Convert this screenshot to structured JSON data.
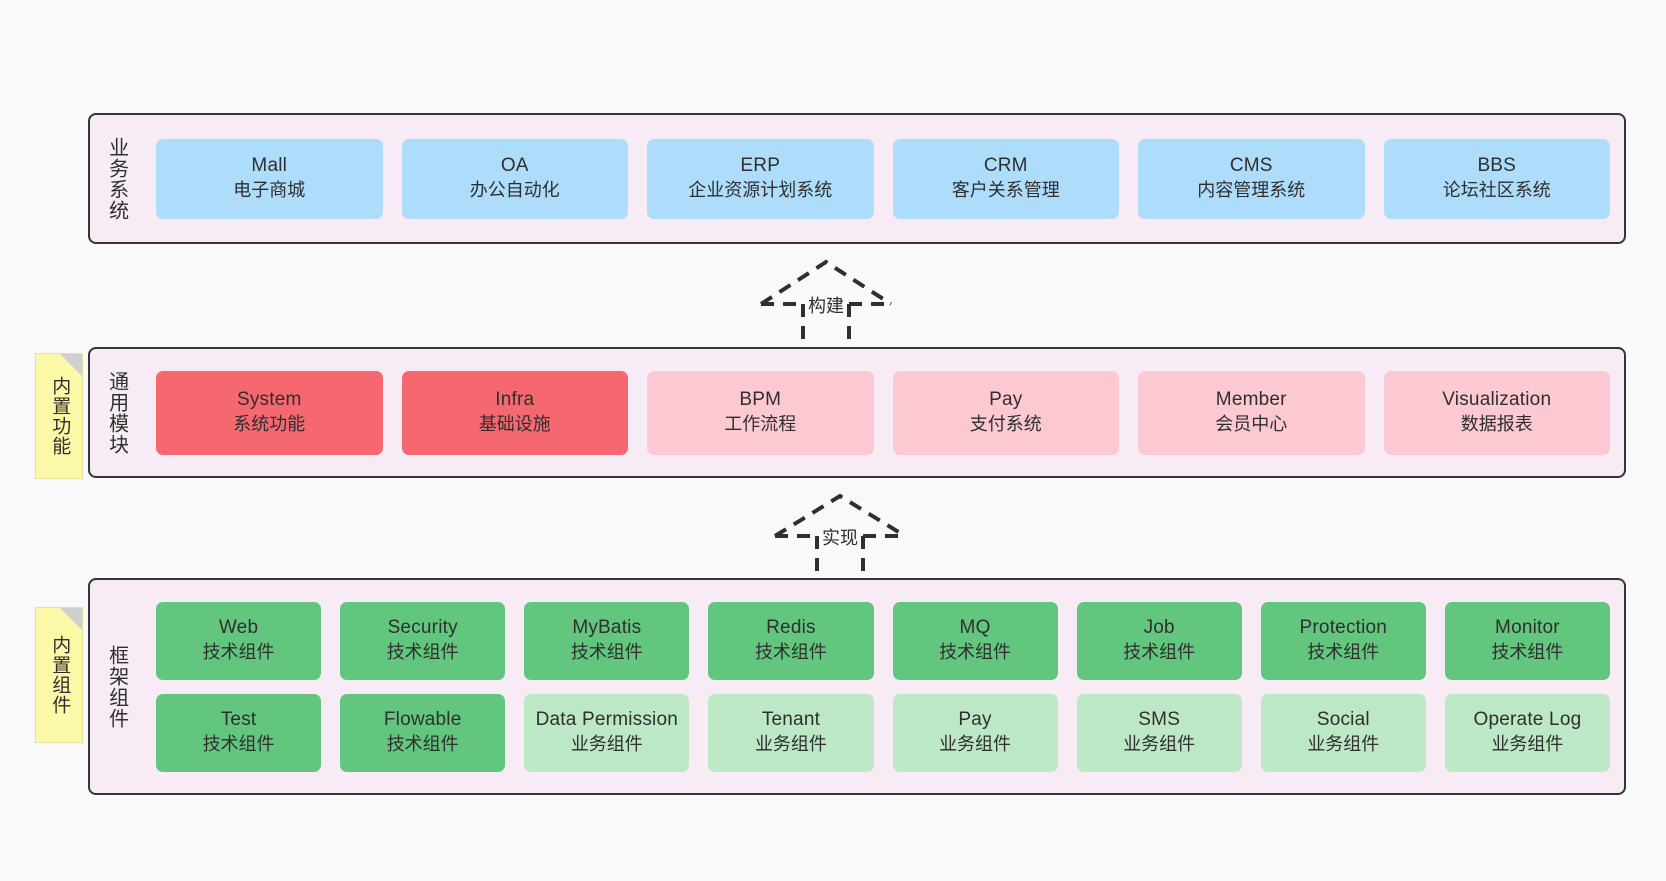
{
  "diagram": {
    "background_color": "#F9F9F9",
    "panel_color": "#F7ECF5",
    "panel_border_color": "#36343B",
    "sticky_color": "#FBF8A7"
  },
  "layers": [
    {
      "id": "business-system",
      "title": "业务系统",
      "sticky": null,
      "rows": [
        {
          "cards": [
            {
              "en": "Mall",
              "cn": "电子商城",
              "color": "#AEDDFC",
              "style": "blue"
            },
            {
              "en": "OA",
              "cn": "办公自动化",
              "color": "#AEDDFC",
              "style": "blue"
            },
            {
              "en": "ERP",
              "cn": "企业资源计划系统",
              "color": "#AEDDFC",
              "style": "blue"
            },
            {
              "en": "CRM",
              "cn": "客户关系管理",
              "color": "#AEDDFC",
              "style": "blue"
            },
            {
              "en": "CMS",
              "cn": "内容管理系统",
              "color": "#AEDDFC",
              "style": "blue"
            },
            {
              "en": "BBS",
              "cn": "论坛社区系统",
              "color": "#AEDDFC",
              "style": "blue"
            }
          ]
        }
      ]
    },
    {
      "id": "common-module",
      "title": "通用模块",
      "sticky": "内置功能",
      "rows": [
        {
          "cards": [
            {
              "en": "System",
              "cn": "系统功能",
              "color": "#F5686F",
              "style": "red"
            },
            {
              "en": "Infra",
              "cn": "基础设施",
              "color": "#F5686F",
              "style": "red"
            },
            {
              "en": "BPM",
              "cn": "工作流程",
              "color": "#FCC9D3",
              "style": "pink"
            },
            {
              "en": "Pay",
              "cn": "支付系统",
              "color": "#FCC9D3",
              "style": "pink"
            },
            {
              "en": "Member",
              "cn": "会员中心",
              "color": "#FCC9D3",
              "style": "pink"
            },
            {
              "en": "Visualization",
              "cn": "数据报表",
              "color": "#FCC9D3",
              "style": "pink"
            }
          ]
        }
      ]
    },
    {
      "id": "framework-component",
      "title": "框架组件",
      "sticky": "内置组件",
      "rows": [
        {
          "cards": [
            {
              "en": "Web",
              "cn": "技术组件",
              "color": "#62C67E",
              "style": "green"
            },
            {
              "en": "Security",
              "cn": "技术组件",
              "color": "#62C67E",
              "style": "green"
            },
            {
              "en": "MyBatis",
              "cn": "技术组件",
              "color": "#62C67E",
              "style": "green"
            },
            {
              "en": "Redis",
              "cn": "技术组件",
              "color": "#62C67E",
              "style": "green"
            },
            {
              "en": "MQ",
              "cn": "技术组件",
              "color": "#62C67E",
              "style": "green"
            },
            {
              "en": "Job",
              "cn": "技术组件",
              "color": "#62C67E",
              "style": "green"
            },
            {
              "en": "Protection",
              "cn": "技术组件",
              "color": "#62C67E",
              "style": "green"
            },
            {
              "en": "Monitor",
              "cn": "技术组件",
              "color": "#62C67E",
              "style": "green"
            }
          ]
        },
        {
          "cards": [
            {
              "en": "Test",
              "cn": "技术组件",
              "color": "#62C67E",
              "style": "green"
            },
            {
              "en": "Flowable",
              "cn": "技术组件",
              "color": "#62C67E",
              "style": "green"
            },
            {
              "en": "Data Permission",
              "cn": "业务组件",
              "color": "#BDE8C5",
              "style": "green-light"
            },
            {
              "en": "Tenant",
              "cn": "业务组件",
              "color": "#BDE8C5",
              "style": "green-light"
            },
            {
              "en": "Pay",
              "cn": "业务组件",
              "color": "#BDE8C5",
              "style": "green-light"
            },
            {
              "en": "SMS",
              "cn": "业务组件",
              "color": "#BDE8C5",
              "style": "green-light"
            },
            {
              "en": "Social",
              "cn": "业务组件",
              "color": "#BDE8C5",
              "style": "green-light"
            },
            {
              "en": "Operate Log",
              "cn": "业务组件",
              "color": "#BDE8C5",
              "style": "green-light"
            }
          ]
        }
      ]
    }
  ],
  "connectors": [
    {
      "id": "build",
      "label": "构建",
      "from": "common-module",
      "to": "business-system"
    },
    {
      "id": "implement",
      "label": "实现",
      "from": "framework-component",
      "to": "common-module"
    }
  ]
}
